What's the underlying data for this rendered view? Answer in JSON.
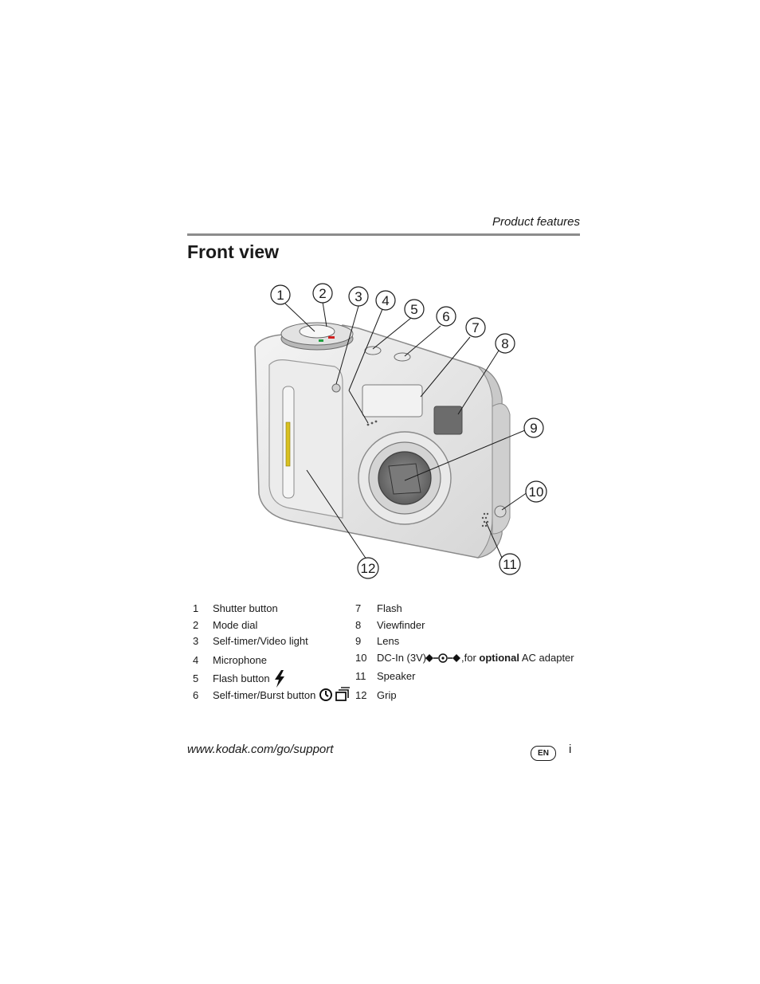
{
  "header": {
    "section": "Product features"
  },
  "title": "Front view",
  "figure": {
    "callouts": [
      "1",
      "2",
      "3",
      "4",
      "5",
      "6",
      "7",
      "8",
      "9",
      "10",
      "11",
      "12"
    ]
  },
  "legend": {
    "left": [
      {
        "num": "1",
        "label": "Shutter button"
      },
      {
        "num": "2",
        "label": "Mode dial"
      },
      {
        "num": "3",
        "label": "Self-timer/Video light"
      },
      {
        "num": "4",
        "label": "Microphone"
      },
      {
        "num": "5",
        "label": "Flash button",
        "icon": "flash-icon"
      },
      {
        "num": "6",
        "label": "Self-timer/Burst button",
        "icon": "self-timer-burst-icon"
      }
    ],
    "right": [
      {
        "num": "7",
        "label": "Flash"
      },
      {
        "num": "8",
        "label": "Viewfinder"
      },
      {
        "num": "9",
        "label": "Lens"
      },
      {
        "num": "10",
        "label_prefix": "DC-In (3V)",
        "label_mid": ",for ",
        "label_bold": "optional",
        "label_suffix": " AC adapter",
        "icon": "dc-polarity-icon"
      },
      {
        "num": "11",
        "label": "Speaker"
      },
      {
        "num": "12",
        "label": "Grip"
      }
    ]
  },
  "footer": {
    "url": "www.kodak.com/go/support",
    "language": "EN",
    "page": "i"
  }
}
